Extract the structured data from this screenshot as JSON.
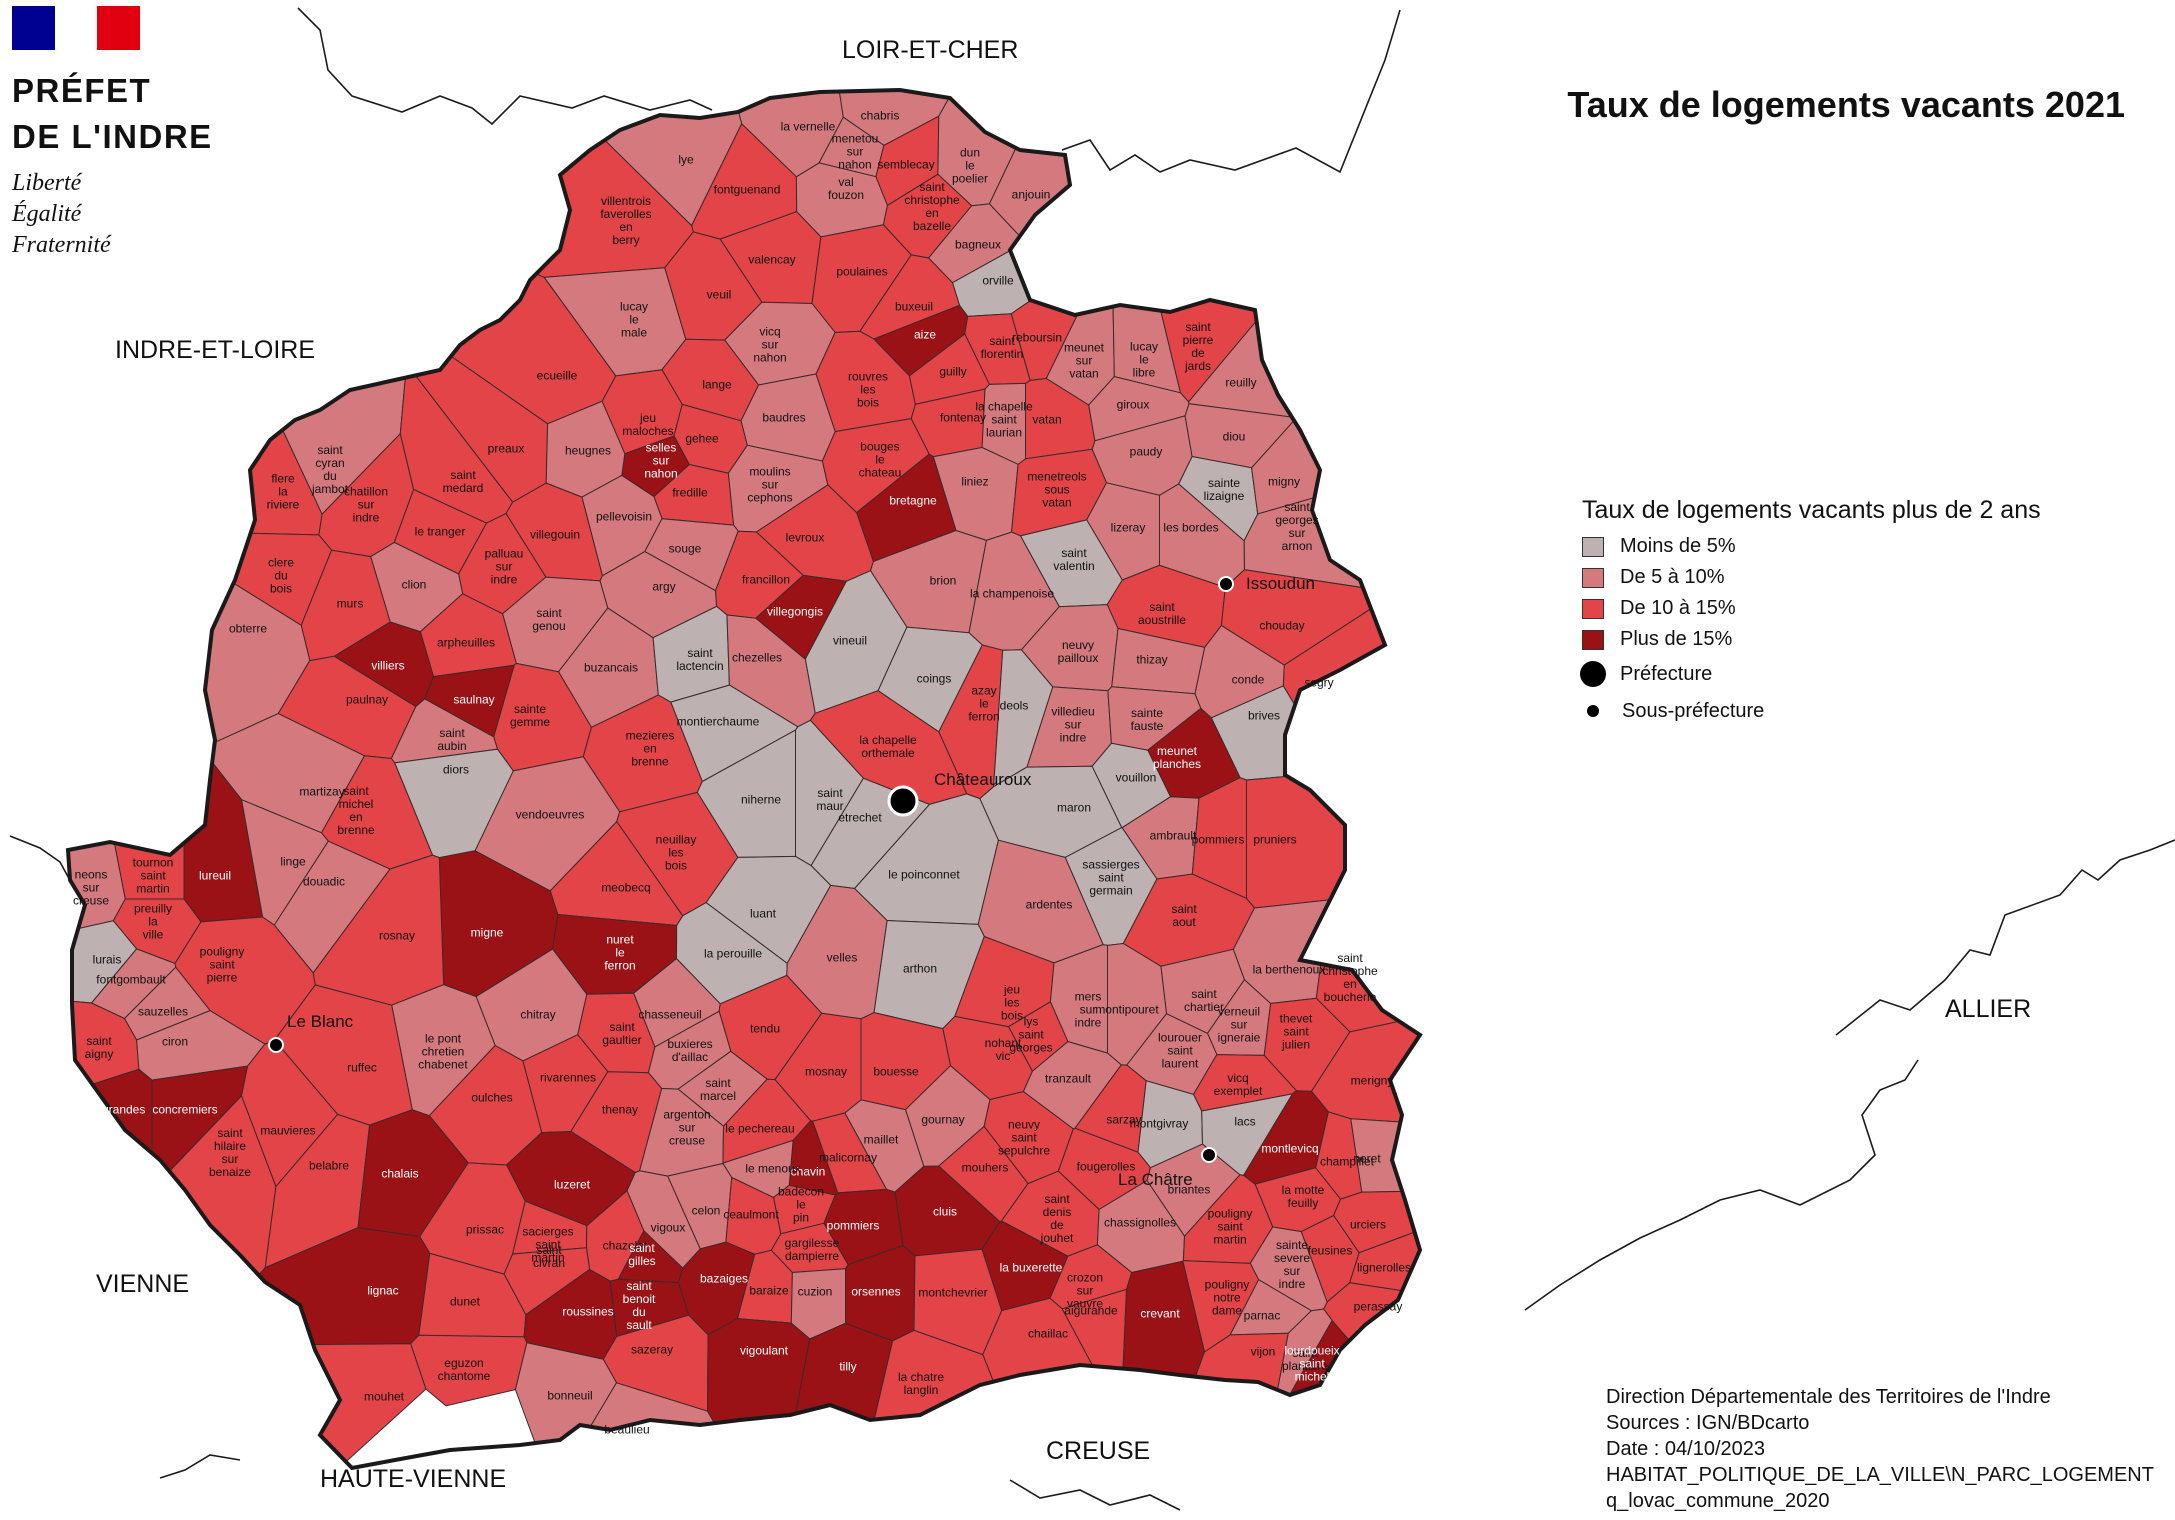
{
  "header": {
    "flag_colors": [
      "#000091",
      "#ffffff",
      "#e1000f"
    ],
    "prefet_line1": "PRÉFET",
    "prefet_line2": "DE L'INDRE",
    "motto": [
      "Liberté",
      "Égalité",
      "Fraternité"
    ]
  },
  "map_title": "Taux de logements vacants 2021",
  "legend": {
    "title": "Taux de logements vacants plus de 2 ans",
    "classes": [
      {
        "label": "Moins de 5%",
        "color": "#bdb1b2"
      },
      {
        "label": "De 5 à 10%",
        "color": "#d47a7e"
      },
      {
        "label": "De 10 à 15%",
        "color": "#e24448"
      },
      {
        "label": "Plus de 15%",
        "color": "#9b1216"
      }
    ],
    "prefecture_label": "Préfecture",
    "sousprefecture_label": "Sous-préfecture"
  },
  "neighbours": [
    "LOIR-ET-CHER",
    "INDRE-ET-LOIRE",
    "ALLIER",
    "VIENNE",
    "CREUSE",
    "HAUTE-VIENNE"
  ],
  "cities": {
    "prefecture": "Châteauroux",
    "sousprefectures": [
      "Issoudun",
      "Le Blanc",
      "La Châtre"
    ]
  },
  "communes": [
    {
      "name": "la vernelle",
      "cls": 1
    },
    {
      "name": "chabris",
      "cls": 1
    },
    {
      "name": "menetou\nsur\nnahon",
      "cls": 1
    },
    {
      "name": "semblecay",
      "cls": 2
    },
    {
      "name": "dun\nle\npoelier",
      "cls": 1
    },
    {
      "name": "lye",
      "cls": 1
    },
    {
      "name": "fontguenand",
      "cls": 2
    },
    {
      "name": "val\nfouzon",
      "cls": 1
    },
    {
      "name": "saint\nchristophe\nen\nbazelle",
      "cls": 2
    },
    {
      "name": "anjouin",
      "cls": 1
    },
    {
      "name": "bagneux",
      "cls": 1
    },
    {
      "name": "villentrois\nfaverolles\nen\nberry",
      "cls": 2
    },
    {
      "name": "valencay",
      "cls": 2
    },
    {
      "name": "poulaines",
      "cls": 2
    },
    {
      "name": "orville",
      "cls": 0
    },
    {
      "name": "lucay\nle\nmale",
      "cls": 1
    },
    {
      "name": "veuil",
      "cls": 2
    },
    {
      "name": "vicq\nsur\nnahon",
      "cls": 1
    },
    {
      "name": "buxeuil",
      "cls": 2
    },
    {
      "name": "aize",
      "cls": 3
    },
    {
      "name": "saint\nflorentin",
      "cls": 2
    },
    {
      "name": "reboursin",
      "cls": 2
    },
    {
      "name": "meunet\nsur\nvatan",
      "cls": 1
    },
    {
      "name": "lucay\nle\nlibre",
      "cls": 1
    },
    {
      "name": "saint\npierre\nde\njards",
      "cls": 2
    },
    {
      "name": "ecueille",
      "cls": 2
    },
    {
      "name": "lange",
      "cls": 2
    },
    {
      "name": "rouvres\nles\nbois",
      "cls": 2
    },
    {
      "name": "guilly",
      "cls": 2
    },
    {
      "name": "fontenay",
      "cls": 2
    },
    {
      "name": "la chapelle\nsaint\nlaurian",
      "cls": 1
    },
    {
      "name": "vatan",
      "cls": 2
    },
    {
      "name": "giroux",
      "cls": 1
    },
    {
      "name": "reuilly",
      "cls": 1
    },
    {
      "name": "baudres",
      "cls": 1
    },
    {
      "name": "jeu\nmaloches",
      "cls": 2
    },
    {
      "name": "gehee",
      "cls": 2
    },
    {
      "name": "selles\nsur\nnahon",
      "cls": 3
    },
    {
      "name": "fredille",
      "cls": 2
    },
    {
      "name": "preaux",
      "cls": 2
    },
    {
      "name": "heugnes",
      "cls": 1
    },
    {
      "name": "moulins\nsur\ncephons",
      "cls": 1
    },
    {
      "name": "bouges\nle\nchateau",
      "cls": 2
    },
    {
      "name": "liniez",
      "cls": 1
    },
    {
      "name": "paudy",
      "cls": 1
    },
    {
      "name": "diou",
      "cls": 1
    },
    {
      "name": "saint\ncyran\ndu\njambot",
      "cls": 1
    },
    {
      "name": "chatillon\nsur\nindre",
      "cls": 2
    },
    {
      "name": "flere\nla\nriviere",
      "cls": 2
    },
    {
      "name": "saint\nmedard",
      "cls": 2
    },
    {
      "name": "bretagne",
      "cls": 3
    },
    {
      "name": "menetreols\nsous\nvatan",
      "cls": 2
    },
    {
      "name": "sainte\nlizaigne",
      "cls": 0
    },
    {
      "name": "migny",
      "cls": 1
    },
    {
      "name": "saint\ngeorges\nsur\narnon",
      "cls": 1
    },
    {
      "name": "le tranger",
      "cls": 2
    },
    {
      "name": "villegouin",
      "cls": 2
    },
    {
      "name": "pellevoisin",
      "cls": 1
    },
    {
      "name": "levroux",
      "cls": 2
    },
    {
      "name": "lizeray",
      "cls": 1
    },
    {
      "name": "les bordes",
      "cls": 1
    },
    {
      "name": "clere\ndu\nbois",
      "cls": 2
    },
    {
      "name": "palluau\nsur\nindre",
      "cls": 2
    },
    {
      "name": "souge",
      "cls": 1
    },
    {
      "name": "saint\nvalentin",
      "cls": 0
    },
    {
      "name": "clion",
      "cls": 1
    },
    {
      "name": "argy",
      "cls": 1
    },
    {
      "name": "francillon",
      "cls": 2
    },
    {
      "name": "brion",
      "cls": 1
    },
    {
      "name": "la champenoise",
      "cls": 1
    },
    {
      "name": "murs",
      "cls": 2
    },
    {
      "name": "saint\ngenou",
      "cls": 1
    },
    {
      "name": "villegongis",
      "cls": 3
    },
    {
      "name": "saint\naoustrille",
      "cls": 2
    },
    {
      "name": "obterre",
      "cls": 1
    },
    {
      "name": "arpheuilles",
      "cls": 2
    },
    {
      "name": "villiers",
      "cls": 3
    },
    {
      "name": "vineuil",
      "cls": 0
    },
    {
      "name": "buzancais",
      "cls": 1
    },
    {
      "name": "saint\nlactencin",
      "cls": 0
    },
    {
      "name": "chezelles",
      "cls": 1
    },
    {
      "name": "neuvy\npailloux",
      "cls": 1
    },
    {
      "name": "thizay",
      "cls": 1
    },
    {
      "name": "chouday",
      "cls": 2
    },
    {
      "name": "coings",
      "cls": 0
    },
    {
      "name": "segry",
      "cls": 2
    },
    {
      "name": "saulnay",
      "cls": 3
    },
    {
      "name": "paulnay",
      "cls": 2
    },
    {
      "name": "sainte\ngemme",
      "cls": 2
    },
    {
      "name": "conde",
      "cls": 1
    },
    {
      "name": "azay\nle\nferron",
      "cls": 2
    },
    {
      "name": "montierchaume",
      "cls": 0
    },
    {
      "name": "villedieu\nsur\nindre",
      "cls": 1
    },
    {
      "name": "sainte\nfauste",
      "cls": 1
    },
    {
      "name": "brives",
      "cls": 0
    },
    {
      "name": "saint\naubin",
      "cls": 1
    },
    {
      "name": "deols",
      "cls": 0
    },
    {
      "name": "la chapelle\northemale",
      "cls": 2
    },
    {
      "name": "mezieres\nen\nbrenne",
      "cls": 2
    },
    {
      "name": "diors",
      "cls": 0
    },
    {
      "name": "meunet\nplanches",
      "cls": 3
    },
    {
      "name": "martizay",
      "cls": 1
    },
    {
      "name": "vouillon",
      "cls": 0
    },
    {
      "name": "saint\nmichel\nen\nbrenne",
      "cls": 2
    },
    {
      "name": "niherne",
      "cls": 0
    },
    {
      "name": "saint\nmaur",
      "cls": 0
    },
    {
      "name": "vendoeuvres",
      "cls": 1
    },
    {
      "name": "maron",
      "cls": 0
    },
    {
      "name": "etrechet",
      "cls": 0
    },
    {
      "name": "ambrault",
      "cls": 1
    },
    {
      "name": "pommiers",
      "cls": 2
    },
    {
      "name": "pruniers",
      "cls": 2
    },
    {
      "name": "neons\nsur\ncreuse",
      "cls": 1
    },
    {
      "name": "lureuil",
      "cls": 3
    },
    {
      "name": "linge",
      "cls": 1
    },
    {
      "name": "neuillay\nles\nbois",
      "cls": 2
    },
    {
      "name": "sassierges\nsaint\ngermain",
      "cls": 0
    },
    {
      "name": "tournon\nsaint\nmartin",
      "cls": 2
    },
    {
      "name": "le poinconnet",
      "cls": 0
    },
    {
      "name": "meobecq",
      "cls": 2
    },
    {
      "name": "ardentes",
      "cls": 1
    },
    {
      "name": "preuilly\nla\nville",
      "cls": 2
    },
    {
      "name": "douadic",
      "cls": 1
    },
    {
      "name": "rosnay",
      "cls": 2
    },
    {
      "name": "migne",
      "cls": 3
    },
    {
      "name": "luant",
      "cls": 0
    },
    {
      "name": "saint\naout",
      "cls": 2
    },
    {
      "name": "lurais",
      "cls": 0
    },
    {
      "name": "pouligny\nsaint\npierre",
      "cls": 2
    },
    {
      "name": "fontgombault",
      "cls": 1
    },
    {
      "name": "nuret\nle\nferron",
      "cls": 3
    },
    {
      "name": "la perouille",
      "cls": 0
    },
    {
      "name": "velles",
      "cls": 1
    },
    {
      "name": "arthon",
      "cls": 0
    },
    {
      "name": "la berthenoux",
      "cls": 1
    },
    {
      "name": "saint\nchristophe\nen\nboucherie",
      "cls": 2
    },
    {
      "name": "sauzelles",
      "cls": 1
    },
    {
      "name": "jeu\nles\nbois",
      "cls": 2
    },
    {
      "name": "mers\nsur\nindre",
      "cls": 1
    },
    {
      "name": "saint\nchartier",
      "cls": 1
    },
    {
      "name": "chitray",
      "cls": 1
    },
    {
      "name": "chasseneuil",
      "cls": 1
    },
    {
      "name": "saint\ngaultier",
      "cls": 2
    },
    {
      "name": "tendu",
      "cls": 2
    },
    {
      "name": "lys\nsaint\ngeorges",
      "cls": 2
    },
    {
      "name": "montipouret",
      "cls": 1
    },
    {
      "name": "verneuil\nsur\nigneraie",
      "cls": 1
    },
    {
      "name": "thevet\nsaint\njulien",
      "cls": 2
    },
    {
      "name": "merigny",
      "cls": 2
    },
    {
      "name": "saint\naigny",
      "cls": 2
    },
    {
      "name": "ciron",
      "cls": 1
    },
    {
      "name": "le pont\nchretien\nchabenet",
      "cls": 1
    },
    {
      "name": "buxieres\nd'aillac",
      "cls": 1
    },
    {
      "name": "nohant\nvic",
      "cls": 2
    },
    {
      "name": "lourouer\nsaint\nlaurent",
      "cls": 1
    },
    {
      "name": "vicq\nexemplet",
      "cls": 2
    },
    {
      "name": "ruffec",
      "cls": 2
    },
    {
      "name": "rivarennes",
      "cls": 2
    },
    {
      "name": "saint\nmarcel",
      "cls": 1
    },
    {
      "name": "mosnay",
      "cls": 2
    },
    {
      "name": "bouesse",
      "cls": 2
    },
    {
      "name": "tranzault",
      "cls": 1
    },
    {
      "name": "ingrandes",
      "cls": 3
    },
    {
      "name": "concremiers",
      "cls": 3
    },
    {
      "name": "oulches",
      "cls": 2
    },
    {
      "name": "thenay",
      "cls": 2
    },
    {
      "name": "argenton\nsur\ncreuse",
      "cls": 1
    },
    {
      "name": "gournay",
      "cls": 1
    },
    {
      "name": "sarzay",
      "cls": 2
    },
    {
      "name": "montgivray",
      "cls": 0
    },
    {
      "name": "lacs",
      "cls": 0
    },
    {
      "name": "montlevicq",
      "cls": 3
    },
    {
      "name": "mauvieres",
      "cls": 2
    },
    {
      "name": "saint\nhilaire\nsur\nbenaize",
      "cls": 2
    },
    {
      "name": "le pechereau",
      "cls": 2
    },
    {
      "name": "maillet",
      "cls": 1
    },
    {
      "name": "neuvy\nsaint\nsepulchre",
      "cls": 2
    },
    {
      "name": "neret",
      "cls": 1
    },
    {
      "name": "belabre",
      "cls": 2
    },
    {
      "name": "chalais",
      "cls": 3
    },
    {
      "name": "luzeret",
      "cls": 3
    },
    {
      "name": "chavin",
      "cls": 3
    },
    {
      "name": "malicornay",
      "cls": 2
    },
    {
      "name": "le menoux",
      "cls": 1
    },
    {
      "name": "mouhers",
      "cls": 2
    },
    {
      "name": "fougerolles",
      "cls": 2
    },
    {
      "name": "briantes",
      "cls": 1
    },
    {
      "name": "la motte\nfeuilly",
      "cls": 2
    },
    {
      "name": "champillet",
      "cls": 2
    },
    {
      "name": "badecon\nle\npin",
      "cls": 2
    },
    {
      "name": "celon",
      "cls": 1
    },
    {
      "name": "ceaulmont",
      "cls": 2
    },
    {
      "name": "cluis",
      "cls": 3
    },
    {
      "name": "saint\ndenis\nde\njouhet",
      "cls": 2
    },
    {
      "name": "chassignolles",
      "cls": 1
    },
    {
      "name": "pouligny\nsaint\nmartin",
      "cls": 2
    },
    {
      "name": "urciers",
      "cls": 2
    },
    {
      "name": "prissac",
      "cls": 2
    },
    {
      "name": "sacierges\nsaint\nmartin",
      "cls": 2
    },
    {
      "name": "chazelet",
      "cls": 2
    },
    {
      "name": "vigoux",
      "cls": 1
    },
    {
      "name": "pommiers",
      "cls": 3
    },
    {
      "name": "gargilesse\ndampierre",
      "cls": 2
    },
    {
      "name": "sainte\nsevere\nsur\nindre",
      "cls": 1
    },
    {
      "name": "feusines",
      "cls": 2
    },
    {
      "name": "lignerolles",
      "cls": 2
    },
    {
      "name": "lignac",
      "cls": 3
    },
    {
      "name": "dunet",
      "cls": 2
    },
    {
      "name": "saint\ncivran",
      "cls": 2
    },
    {
      "name": "saint\ngilles",
      "cls": 3
    },
    {
      "name": "bazaiges",
      "cls": 3
    },
    {
      "name": "baraize",
      "cls": 2
    },
    {
      "name": "la buxerette",
      "cls": 3
    },
    {
      "name": "crozon\nsur\nvauvre",
      "cls": 2
    },
    {
      "name": "pouligny\nnotre\ndame",
      "cls": 2
    },
    {
      "name": "perassay",
      "cls": 2
    },
    {
      "name": "roussines",
      "cls": 3
    },
    {
      "name": "saint\nbenoit\ndu\nsault",
      "cls": 3
    },
    {
      "name": "cuzion",
      "cls": 1
    },
    {
      "name": "orsennes",
      "cls": 3
    },
    {
      "name": "montchevrier",
      "cls": 2
    },
    {
      "name": "aigurande",
      "cls": 2
    },
    {
      "name": "crevant",
      "cls": 3
    },
    {
      "name": "chaillac",
      "cls": 2
    },
    {
      "name": "parnac",
      "cls": 1
    },
    {
      "name": "eguzon\nchantome",
      "cls": 2
    },
    {
      "name": "sazeray",
      "cls": 2
    },
    {
      "name": "vigoulant",
      "cls": 3
    },
    {
      "name": "vijon",
      "cls": 2
    },
    {
      "name": "saint\nplantaire",
      "cls": 1
    },
    {
      "name": "lourdoueix\nsaint\nmichel",
      "cls": 3
    },
    {
      "name": "tilly",
      "cls": 3
    },
    {
      "name": "la chatre\nlanglin",
      "cls": 2
    },
    {
      "name": "mouhet",
      "cls": 2
    },
    {
      "name": "bonneuil",
      "cls": 1
    },
    {
      "name": "beaulieu",
      "cls": 1
    }
  ],
  "credits": [
    "Direction Départementale des Territoires de l'Indre",
    "Sources : IGN/BDcarto",
    "Date : 04/10/2023",
    "HABITAT_POLITIQUE_DE_LA_VILLE\\N_PARC_LOGEMENT",
    "q_lovac_commune_2020"
  ]
}
